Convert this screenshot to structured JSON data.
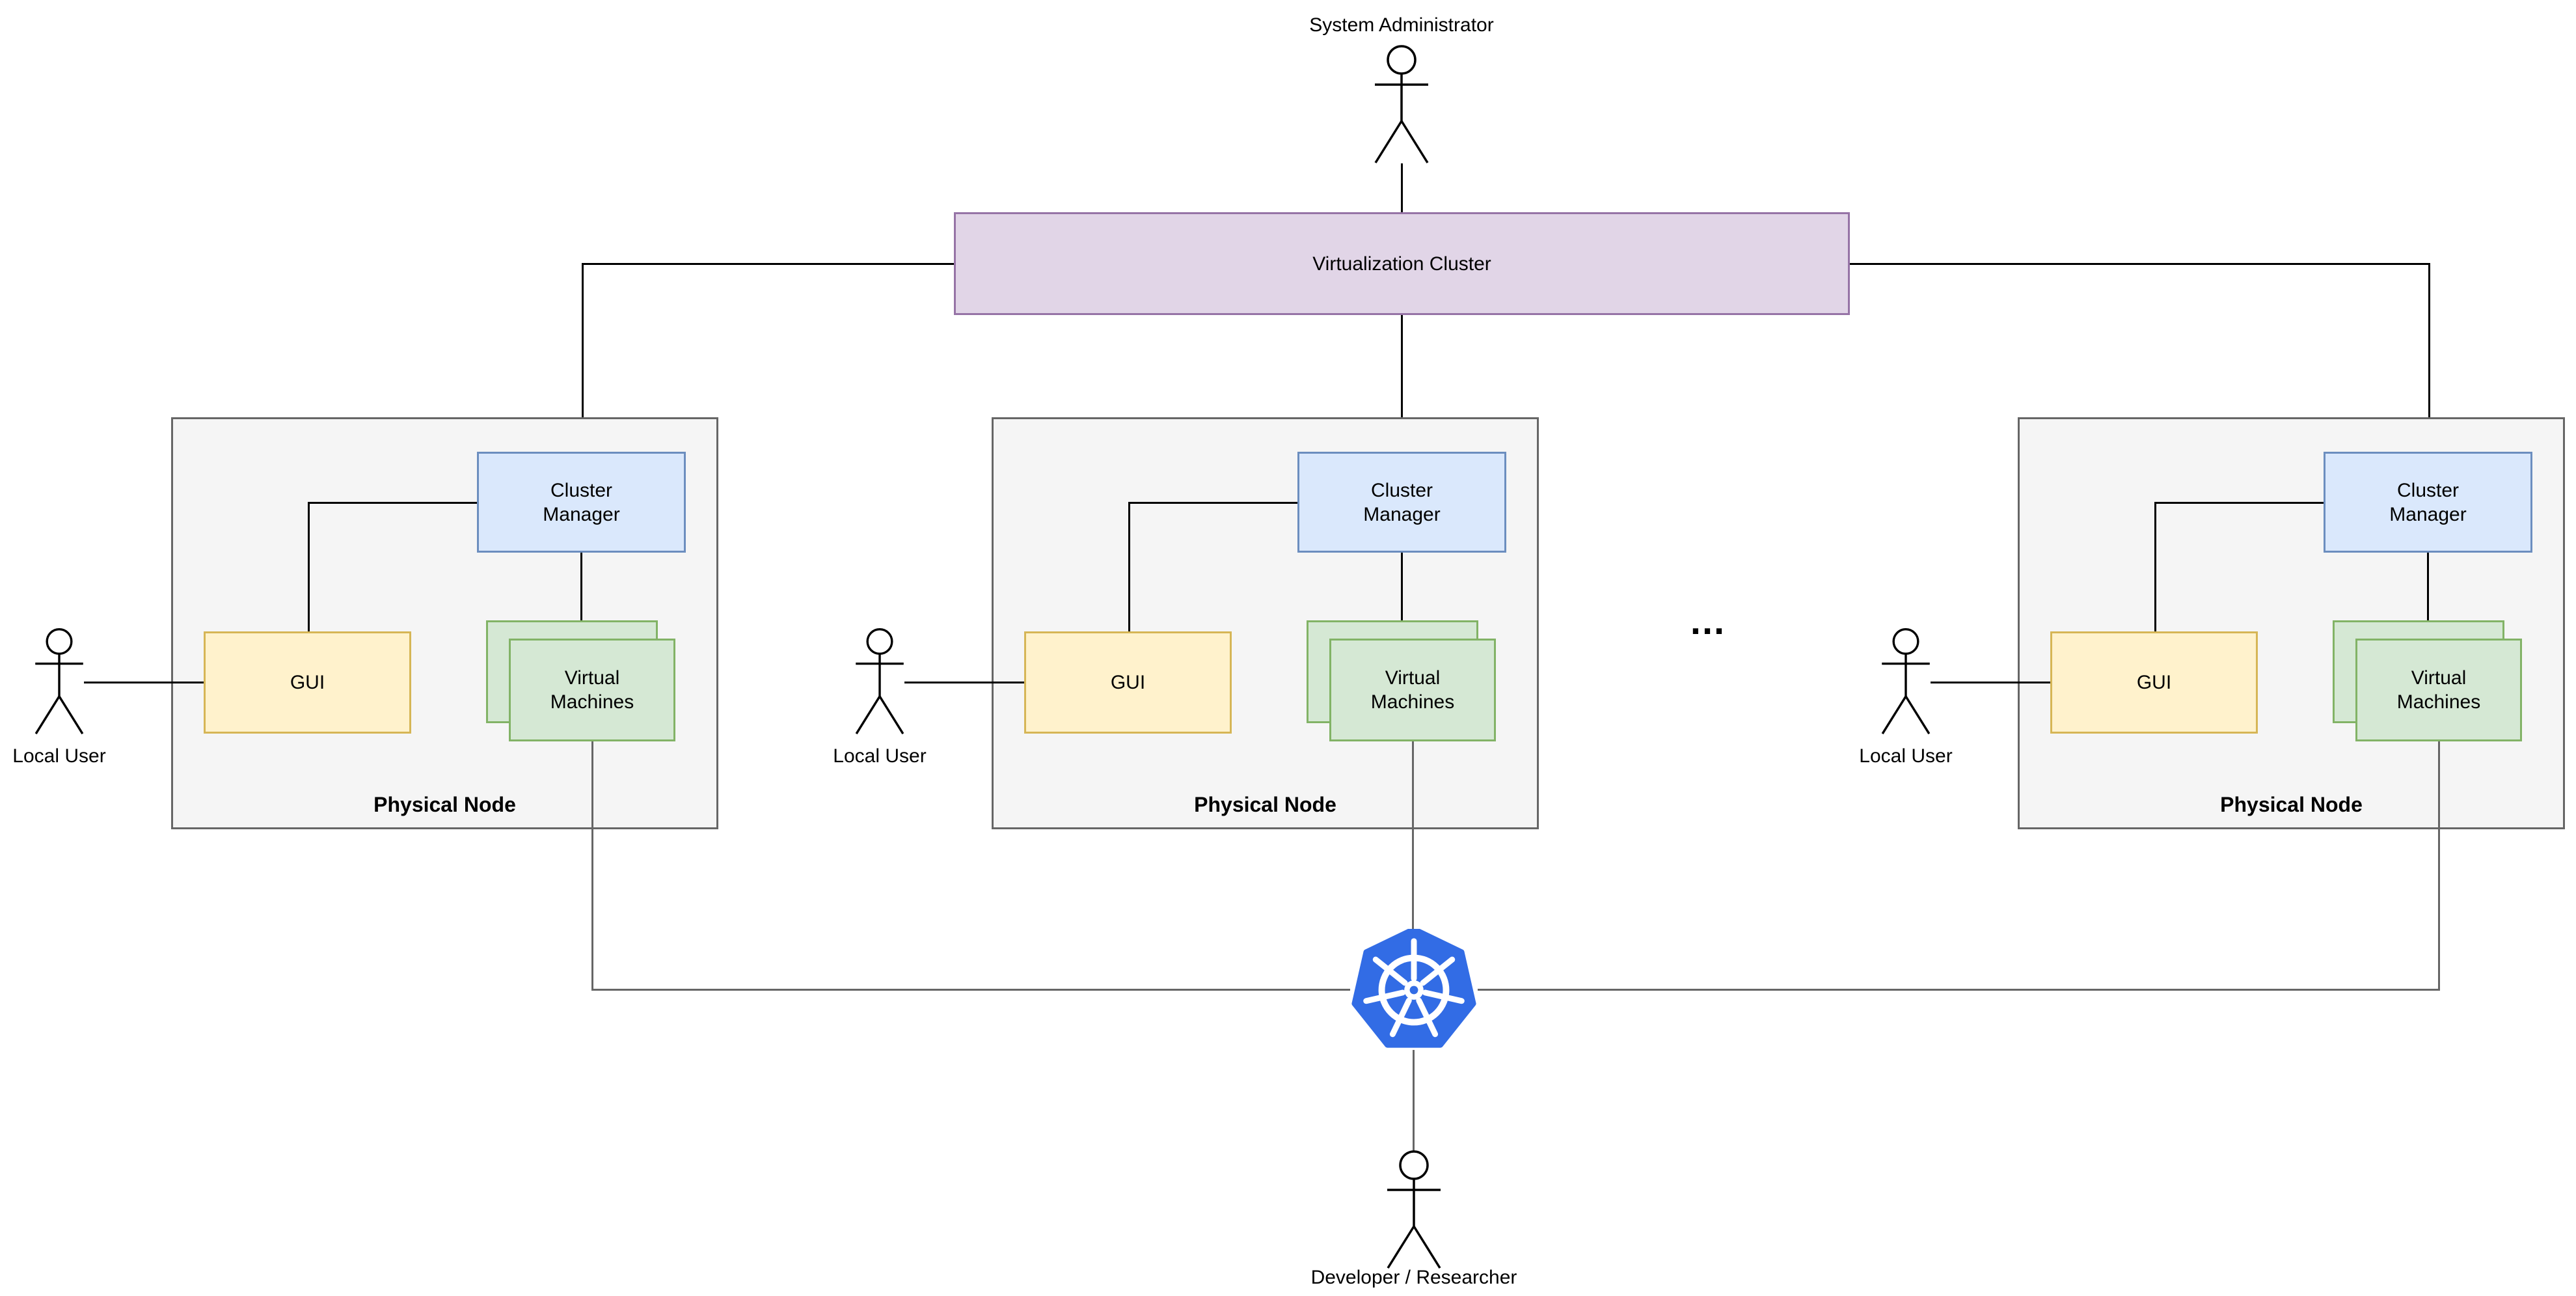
{
  "diagram": {
    "system_administrator_label": "System Administrator",
    "developer_label": "Developer / Researcher",
    "virtualization_cluster_label": "Virtualization Cluster",
    "ellipsis": "...",
    "local_users": [
      {
        "label": "Local User"
      },
      {
        "label": "Local User"
      },
      {
        "label": "Local User"
      }
    ],
    "physical_nodes": [
      {
        "label": "Physical Node",
        "cluster_manager_label": "Cluster Manager",
        "gui_label": "GUI",
        "virtual_machines_label": "Virtual Machines"
      },
      {
        "label": "Physical Node",
        "cluster_manager_label": "Cluster Manager",
        "gui_label": "GUI",
        "virtual_machines_label": "Virtual Machines"
      },
      {
        "label": "Physical Node",
        "cluster_manager_label": "Cluster Manager",
        "gui_label": "GUI",
        "virtual_machines_label": "Virtual Machines"
      }
    ],
    "kubernetes": {
      "name": "kubernetes-icon",
      "color": "#326CE5"
    },
    "colors": {
      "cluster_fill": "#E1D5E7",
      "cluster_stroke": "#9673A6",
      "node_fill": "#F5F5F5",
      "node_stroke": "#666666",
      "manager_fill": "#DAE8FC",
      "manager_stroke": "#6C8EBF",
      "gui_fill": "#FFF2CC",
      "gui_stroke": "#D6B656",
      "vm_fill": "#D5E8D4",
      "vm_stroke": "#82B366",
      "line_black": "#000000",
      "line_gray": "#666666"
    }
  }
}
